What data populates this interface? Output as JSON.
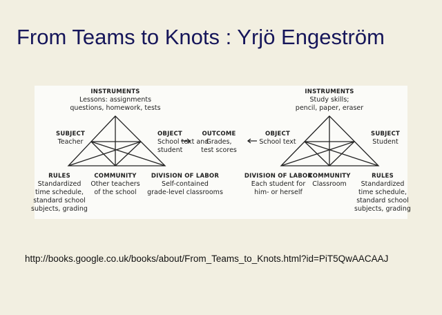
{
  "slide": {
    "title": "From Teams to Knots : Yrjö Engeström",
    "url": "http://books.google.co.uk/books/about/From_Teams_to_Knots.html?id=PiT5QwAACAAJ"
  },
  "left": {
    "instruments": {
      "h": "INSTRUMENTS",
      "l1": "Lessons: assignments",
      "l2": "questions, homework, tests"
    },
    "subject": {
      "h": "SUBJECT",
      "l1": "Teacher"
    },
    "object": {
      "h": "OBJECT",
      "l1": "School text and",
      "l2": "student"
    },
    "rules": {
      "h": "RULES",
      "l1": "Standardized",
      "l2": "time schedule,",
      "l3": "standard school",
      "l4": "subjects, grading"
    },
    "community": {
      "h": "COMMUNITY",
      "l1": "Other teachers",
      "l2": "of the school"
    },
    "division": {
      "h": "DIVISION OF LABOR",
      "l1": "Self-contained",
      "l2": "grade-level classrooms"
    }
  },
  "outcome": {
    "h": "OUTCOME",
    "l1": "Grades,",
    "l2": "test scores"
  },
  "right": {
    "instruments": {
      "h": "INSTRUMENTS",
      "l1": "Study skills;",
      "l2": "pencil, paper, eraser"
    },
    "object": {
      "h": "OBJECT",
      "l1": "School text"
    },
    "subject": {
      "h": "SUBJECT",
      "l1": "Student"
    },
    "division": {
      "h": "DIVISION OF LABOR",
      "l1": "Each student for",
      "l2": "him- or herself"
    },
    "community": {
      "h": "COMMUNITY",
      "l1": "Classroom"
    },
    "rules": {
      "h": "RULES",
      "l1": "Standardized",
      "l2": "time schedule,",
      "l3": "standard school",
      "l4": "subjects, grading"
    }
  }
}
